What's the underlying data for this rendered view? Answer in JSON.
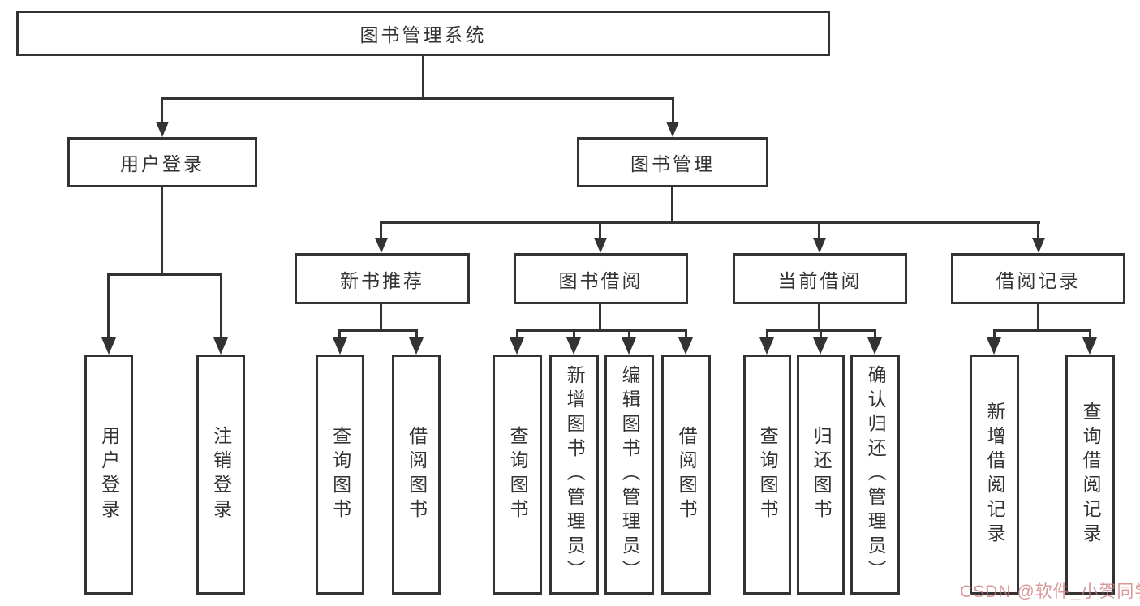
{
  "diagram": {
    "type": "hierarchy-tree",
    "colors": {
      "line": "#333333",
      "box_border": "#333333",
      "box_bg": "#ffffff",
      "watermark": "#cb7676"
    },
    "watermark": "CSDN @软件_小贺同学",
    "nodes": {
      "root": {
        "label": "图书管理系统"
      },
      "user_login": {
        "label": "用户登录"
      },
      "book_mgmt": {
        "label": "图书管理"
      },
      "new_book": {
        "label": "新书推荐"
      },
      "book_borrow": {
        "label": "图书借阅"
      },
      "current_borrow": {
        "label": "当前借阅"
      },
      "borrow_record": {
        "label": "借阅记录"
      },
      "leaf_user_login": {
        "label": "用户登录"
      },
      "leaf_logout": {
        "label": "注销登录"
      },
      "leaf_nb_query": {
        "label": "查询图书"
      },
      "leaf_nb_borrow": {
        "label": "借阅图书"
      },
      "leaf_bb_query": {
        "label": "查询图书"
      },
      "leaf_bb_add": {
        "label": "新增图书（管理员）"
      },
      "leaf_bb_edit": {
        "label": "编辑图书（管理员）"
      },
      "leaf_bb_borrow": {
        "label": "借阅图书"
      },
      "leaf_cb_query": {
        "label": "查询图书"
      },
      "leaf_cb_return": {
        "label": "归还图书"
      },
      "leaf_cb_confirm": {
        "label": "确认归还（管理员）"
      },
      "leaf_br_add": {
        "label": "新增借阅记录"
      },
      "leaf_br_query": {
        "label": "查询借阅记录"
      }
    },
    "edges": [
      {
        "parent": "root",
        "children": [
          "user_login",
          "book_mgmt"
        ]
      },
      {
        "parent": "user_login",
        "children": [
          "leaf_user_login",
          "leaf_logout"
        ]
      },
      {
        "parent": "book_mgmt",
        "children": [
          "new_book",
          "book_borrow",
          "current_borrow",
          "borrow_record"
        ]
      },
      {
        "parent": "new_book",
        "children": [
          "leaf_nb_query",
          "leaf_nb_borrow"
        ]
      },
      {
        "parent": "book_borrow",
        "children": [
          "leaf_bb_query",
          "leaf_bb_add",
          "leaf_bb_edit",
          "leaf_bb_borrow"
        ]
      },
      {
        "parent": "current_borrow",
        "children": [
          "leaf_cb_query",
          "leaf_cb_return",
          "leaf_cb_confirm"
        ]
      },
      {
        "parent": "borrow_record",
        "children": [
          "leaf_br_add",
          "leaf_br_query"
        ]
      }
    ]
  }
}
